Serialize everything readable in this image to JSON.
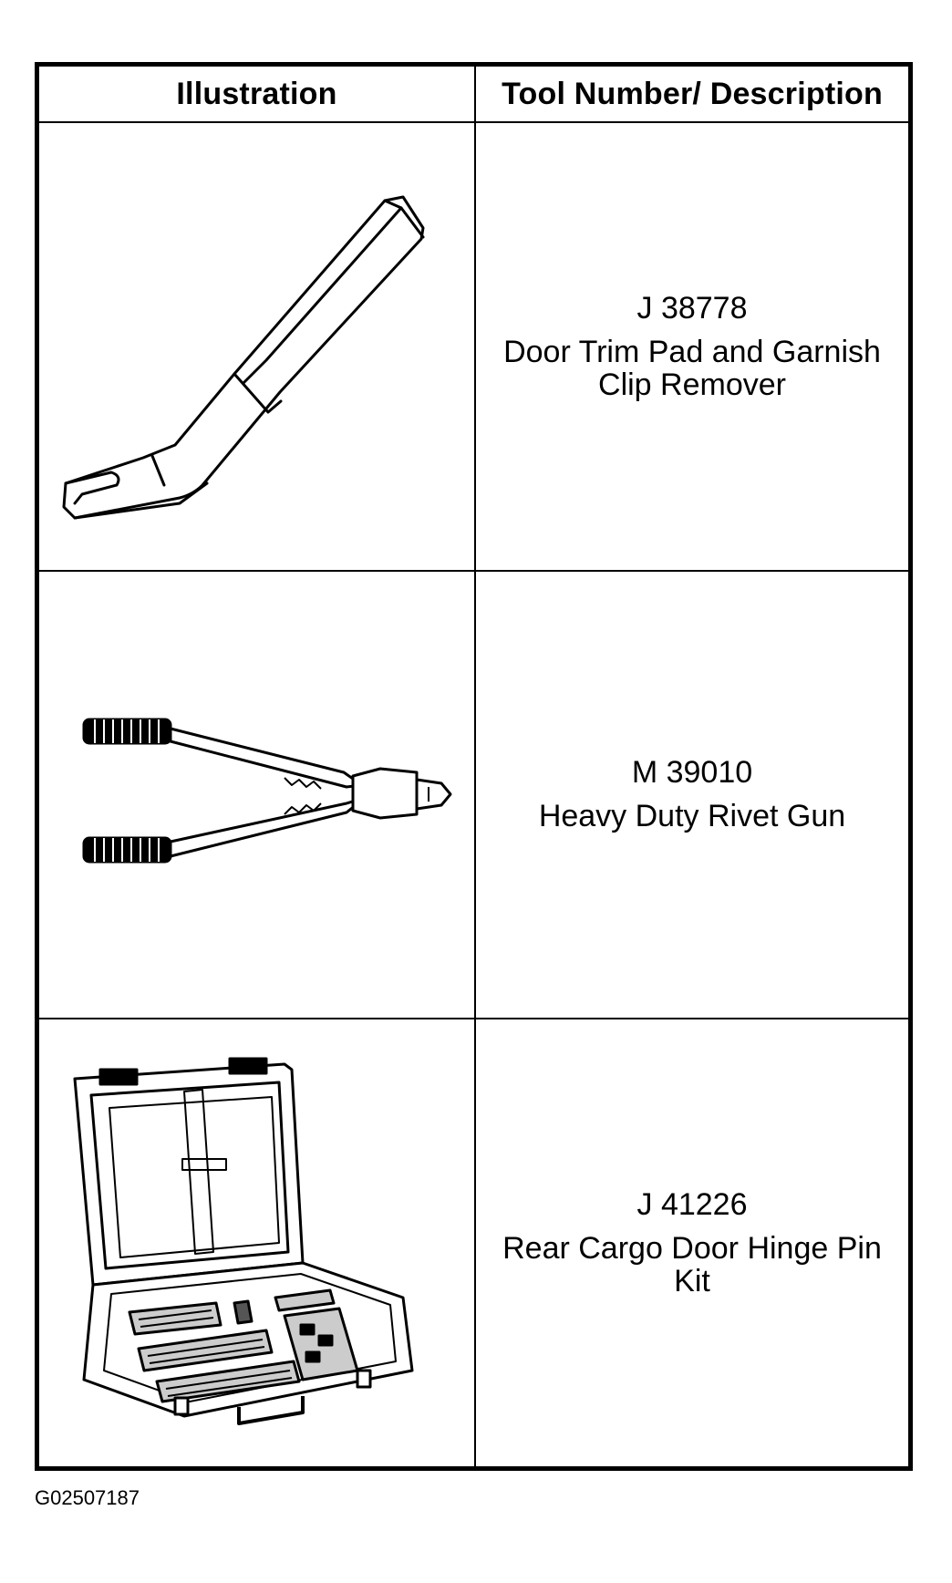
{
  "table": {
    "headers": {
      "illustration": "Illustration",
      "description": "Tool Number/ Description"
    },
    "rows": [
      {
        "tool_number": "J 38778",
        "tool_name": "Door Trim Pad and Garnish Clip Remover",
        "illustration_icon": "trim-pad-remover-icon"
      },
      {
        "tool_number": "M 39010",
        "tool_name": "Heavy Duty Rivet Gun",
        "illustration_icon": "rivet-gun-icon"
      },
      {
        "tool_number": "J 41226",
        "tool_name": "Rear Cargo Door Hinge Pin Kit",
        "illustration_icon": "hinge-pin-kit-case-icon"
      }
    ]
  },
  "figure_code": "G02507187"
}
